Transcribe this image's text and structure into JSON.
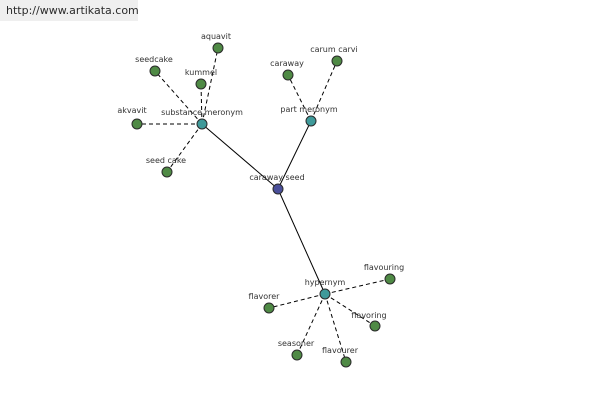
{
  "banner": {
    "url": "http://www.artikata.com"
  },
  "graph": {
    "center": "caraway seed",
    "relations": [
      {
        "id": "substance",
        "label": "substance meronym",
        "terms": [
          "aquavit",
          "seedcake",
          "kummel",
          "akvavit",
          "seed cake"
        ]
      },
      {
        "id": "part",
        "label": "part meronym",
        "terms": [
          "caraway",
          "carum carvi"
        ]
      },
      {
        "id": "hypernym",
        "label": "hypernym",
        "terms": [
          "flavouring",
          "flavorer",
          "flavoring",
          "seasoner",
          "flavourer"
        ]
      }
    ]
  },
  "colors": {
    "center_node": "#4a4f9a",
    "relation_node": "#3f9a9a",
    "term_node": "#4f8a45",
    "node_stroke": "#2a2a2a",
    "edge": "#000000"
  }
}
